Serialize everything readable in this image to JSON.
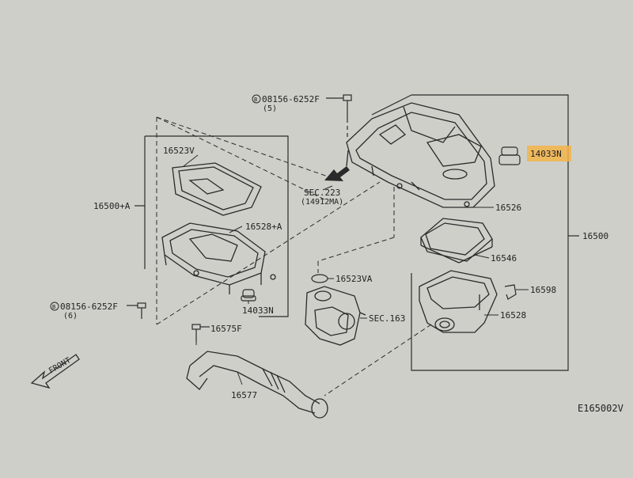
{
  "labels": {
    "bolt_top": "08156-6252F",
    "bolt_top_qty": "(5)",
    "bolt_top_mark": "B",
    "p16523V": "16523V",
    "p16500A": "16500+A",
    "p16528A": "16528+A",
    "p14033N_left": "14033N",
    "bolt_left": "08156-6252F",
    "bolt_left_qty": "(6)",
    "bolt_left_mark": "B",
    "p16575F": "16575F",
    "p16577": "16577",
    "front": "FRONT",
    "sec223": "SEC.223",
    "sec223_sub": "(14912MA)",
    "p16523VA": "16523VA",
    "sec163": "SEC.163",
    "p16526": "16526",
    "p14033N_right": "14033N",
    "p16546": "16546",
    "p16598": "16598",
    "p16528": "16528",
    "p16500": "16500",
    "diagram_code": "E165002V"
  },
  "colors": {
    "background": "#cfcfca",
    "line": "#2a2a2a",
    "highlight": "#f3b44a"
  }
}
